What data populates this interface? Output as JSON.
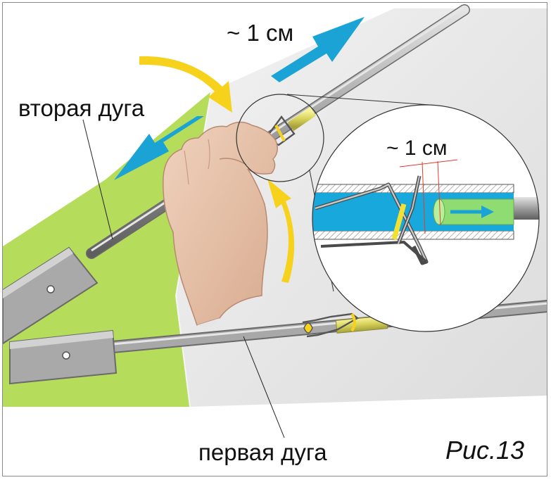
{
  "labels": {
    "top_dimension": "~ 1 см",
    "second_arc": "вторая дуга",
    "magnified_dimension": "~ 1 см",
    "first_arc": "первая дуга",
    "figure": "Рис.13"
  },
  "colors": {
    "green_fabric": "#b5dc5a",
    "gray_fabric": "#e8e8e8",
    "pole": "#9c9c9c",
    "arrow_blue": "#1ba3d6",
    "arrow_yellow": "#f6d21c",
    "sleeve": "#dcdc6a",
    "tube_blue": "#18a8dc",
    "dimension_red": "#e53b2c"
  },
  "icons": {
    "hand": "hand-icon",
    "blue_arrows": "double-arrow-icon",
    "yellow_arrows": "rotation-arrow-icon"
  }
}
